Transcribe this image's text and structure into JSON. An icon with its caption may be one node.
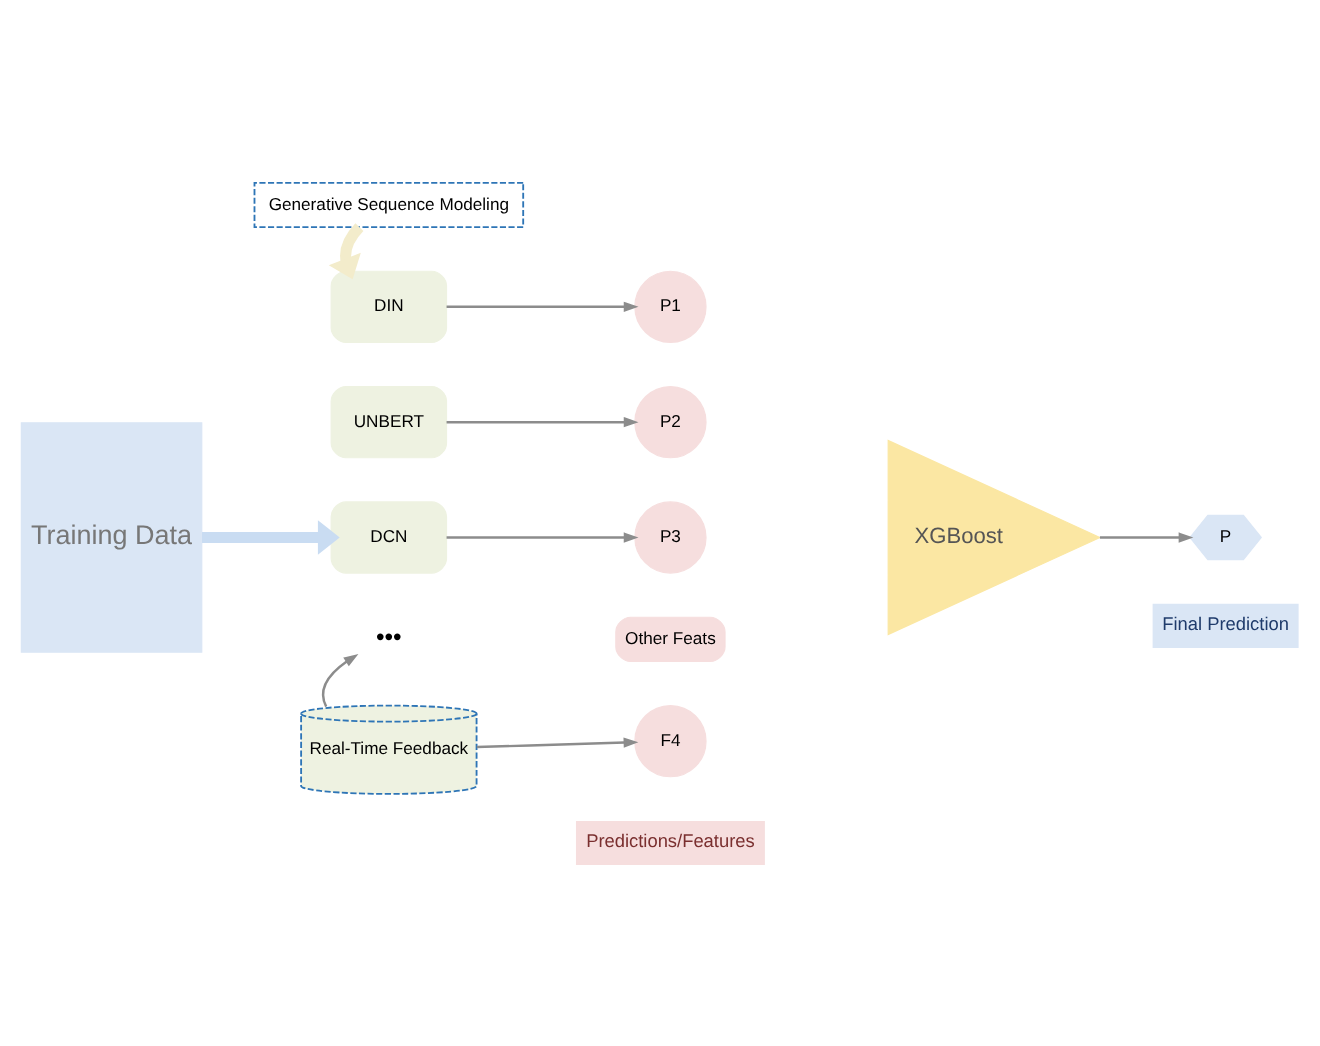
{
  "diagram": {
    "nodes": [
      {
        "text": [
          "Generative Sequence Modeling"
        ]
      },
      {
        "text": [
          "DIN"
        ]
      },
      {
        "text": [
          "UNBERT"
        ]
      },
      {
        "text": [
          "DCN"
        ]
      },
      {
        "text": [
          "•••"
        ]
      },
      {
        "text": [
          "Training Data"
        ]
      },
      {
        "text": [
          "Real-Time Feedback"
        ]
      },
      {
        "text": [
          "P1"
        ]
      },
      {
        "text": [
          "P2"
        ]
      },
      {
        "text": [
          "P3"
        ]
      },
      {
        "text": [
          "Other Feats"
        ]
      },
      {
        "text": [
          "F4"
        ]
      },
      {
        "text": [
          "XGBoost"
        ]
      },
      {
        "text": [
          "P"
        ]
      }
    ],
    "edges": [
      {
        "from": 0,
        "to": 1,
        "arrow": "to",
        "style": "thick",
        "color": "#f3eccb"
      },
      {
        "from": 5,
        "to": 3,
        "arrow": "to",
        "style": "thick",
        "color": "#c9dcf2"
      },
      {
        "from": 6,
        "to": 4,
        "arrow": "to"
      },
      {
        "from": 1,
        "to": 7,
        "arrow": "to"
      },
      {
        "from": 2,
        "to": 8,
        "arrow": "to"
      },
      {
        "from": 3,
        "to": 9,
        "arrow": "to"
      },
      {
        "from": 6,
        "to": 11,
        "arrow": "to"
      },
      {
        "from": 12,
        "to": 13,
        "arrow": "to"
      }
    ],
    "labels": [
      "Final Prediction",
      "Predictions/Features"
    ]
  }
}
